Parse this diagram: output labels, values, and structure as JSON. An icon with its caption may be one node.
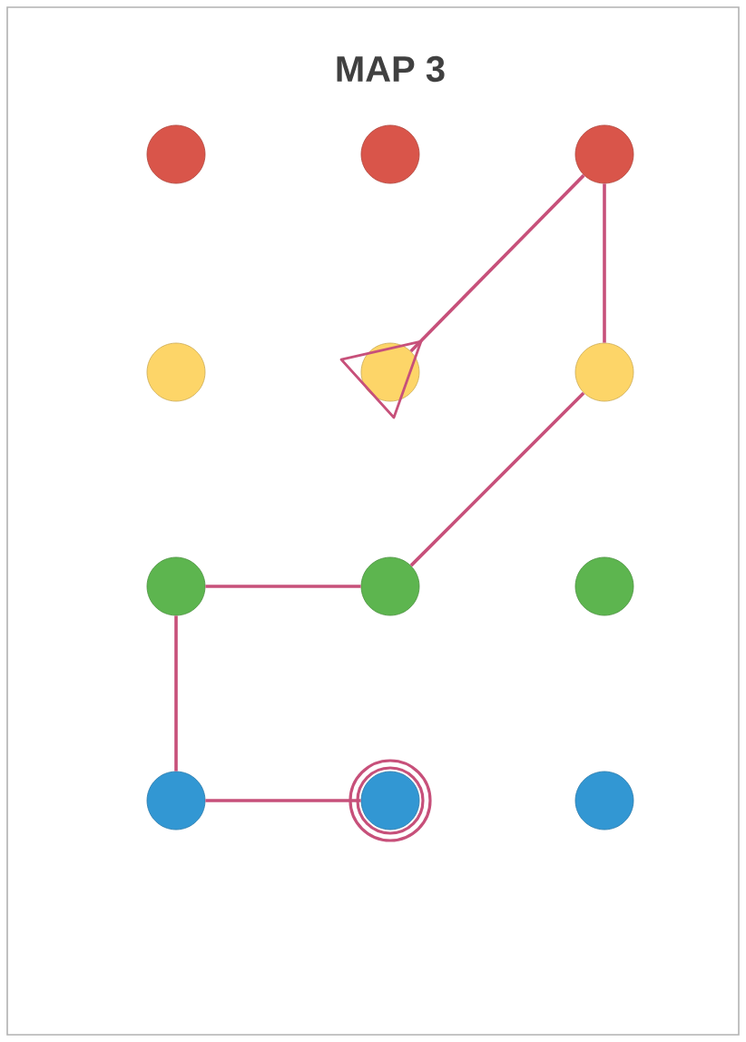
{
  "diagram": {
    "title": "MAP 3",
    "nodes": [
      {
        "text": [],
        "shape": "circle"
      },
      {
        "text": [],
        "shape": "circle"
      },
      {
        "text": [],
        "shape": "circle"
      },
      {
        "text": [],
        "shape": "circle"
      },
      {
        "text": [],
        "shape": "circle"
      },
      {
        "text": [],
        "shape": "circle"
      },
      {
        "text": [],
        "shape": "circle"
      },
      {
        "text": [],
        "shape": "circle"
      },
      {
        "text": [],
        "shape": "circle"
      },
      {
        "text": [],
        "shape": "circle"
      },
      {
        "text": [],
        "shape": "circle"
      },
      {
        "text": [],
        "shape": "circle"
      }
    ],
    "edges": [
      {
        "from": 10,
        "to": 9,
        "arrow": "none"
      },
      {
        "from": 9,
        "to": 6,
        "arrow": "none"
      },
      {
        "from": 6,
        "to": 7,
        "arrow": "none"
      },
      {
        "from": 7,
        "to": 5,
        "arrow": "none"
      },
      {
        "from": 5,
        "to": 2,
        "arrow": "none"
      },
      {
        "from": 2,
        "to": 4,
        "arrow": "none"
      }
    ]
  }
}
